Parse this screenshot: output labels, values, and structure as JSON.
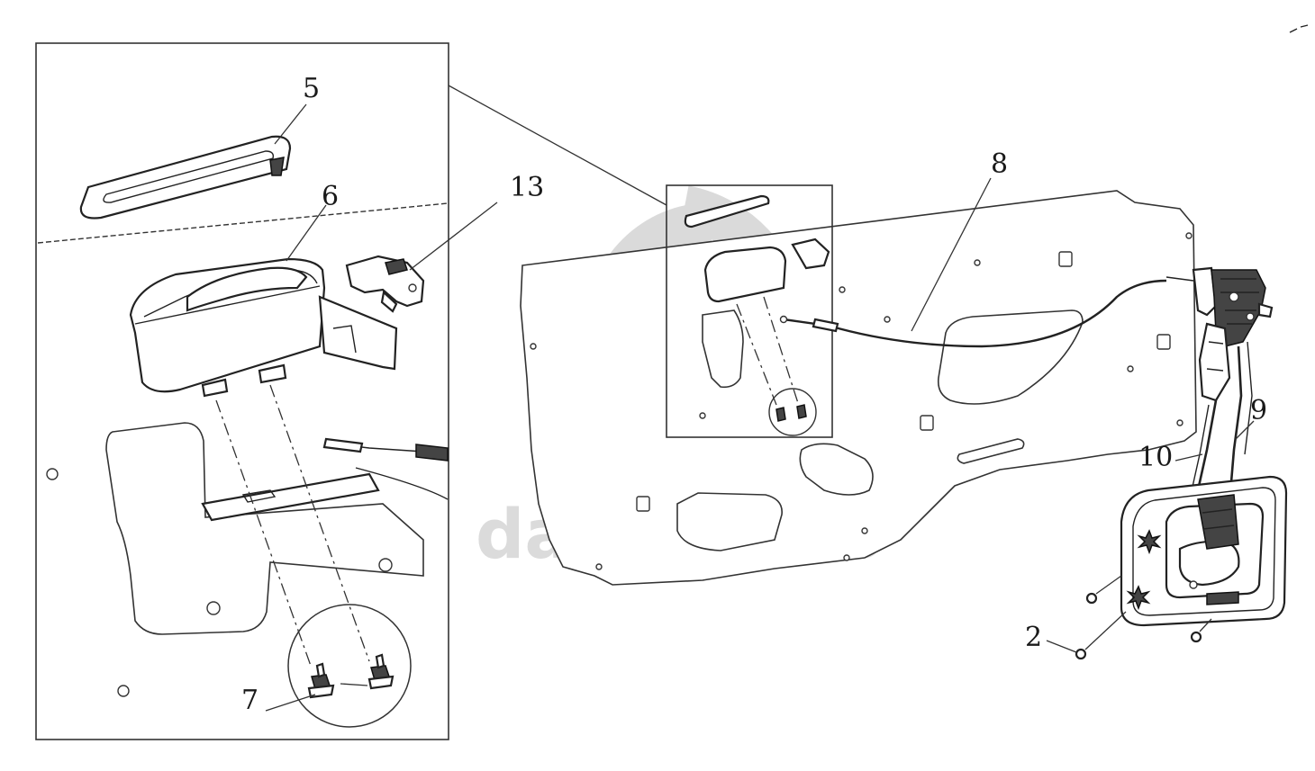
{
  "watermark": {
    "text": "data-parts",
    "color": "#cfcfcf"
  },
  "callouts": {
    "c2": "2",
    "c5": "5",
    "c6": "6",
    "c7": "7",
    "c8": "8",
    "c9": "9",
    "c10": "10",
    "c13": "13"
  }
}
